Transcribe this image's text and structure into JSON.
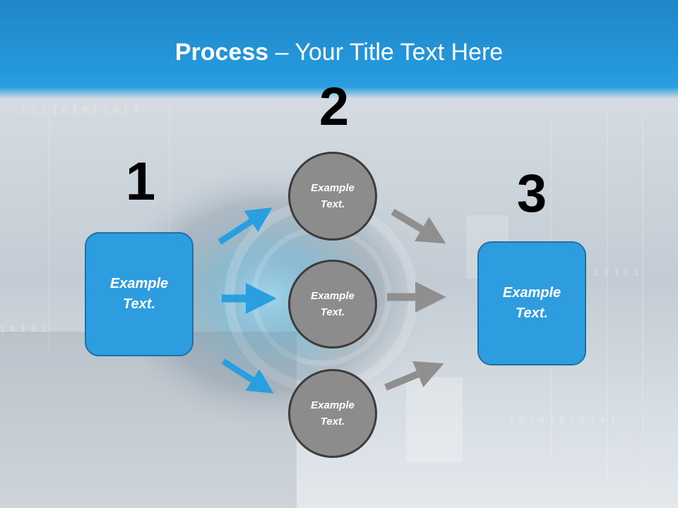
{
  "title": {
    "bold": "Process",
    "rest": " – Your Title Text Here"
  },
  "steps": [
    {
      "number": "1",
      "text": "Example Text."
    },
    {
      "number": "2",
      "text": "Example Text."
    },
    {
      "number": "3",
      "text": "Example Text."
    }
  ],
  "circles": [
    {
      "text": "Example Text."
    },
    {
      "text": "Example Text."
    },
    {
      "text": "Example Text."
    }
  ],
  "colors": {
    "header": "#2598dc",
    "box": "#2e9de0",
    "box_border": "#1f6fa8",
    "circle": "#8c8c8c",
    "circle_border": "#3c3c3c",
    "arrow_blue": "#2a9fe0",
    "arrow_gray": "#8f8f8f"
  }
}
